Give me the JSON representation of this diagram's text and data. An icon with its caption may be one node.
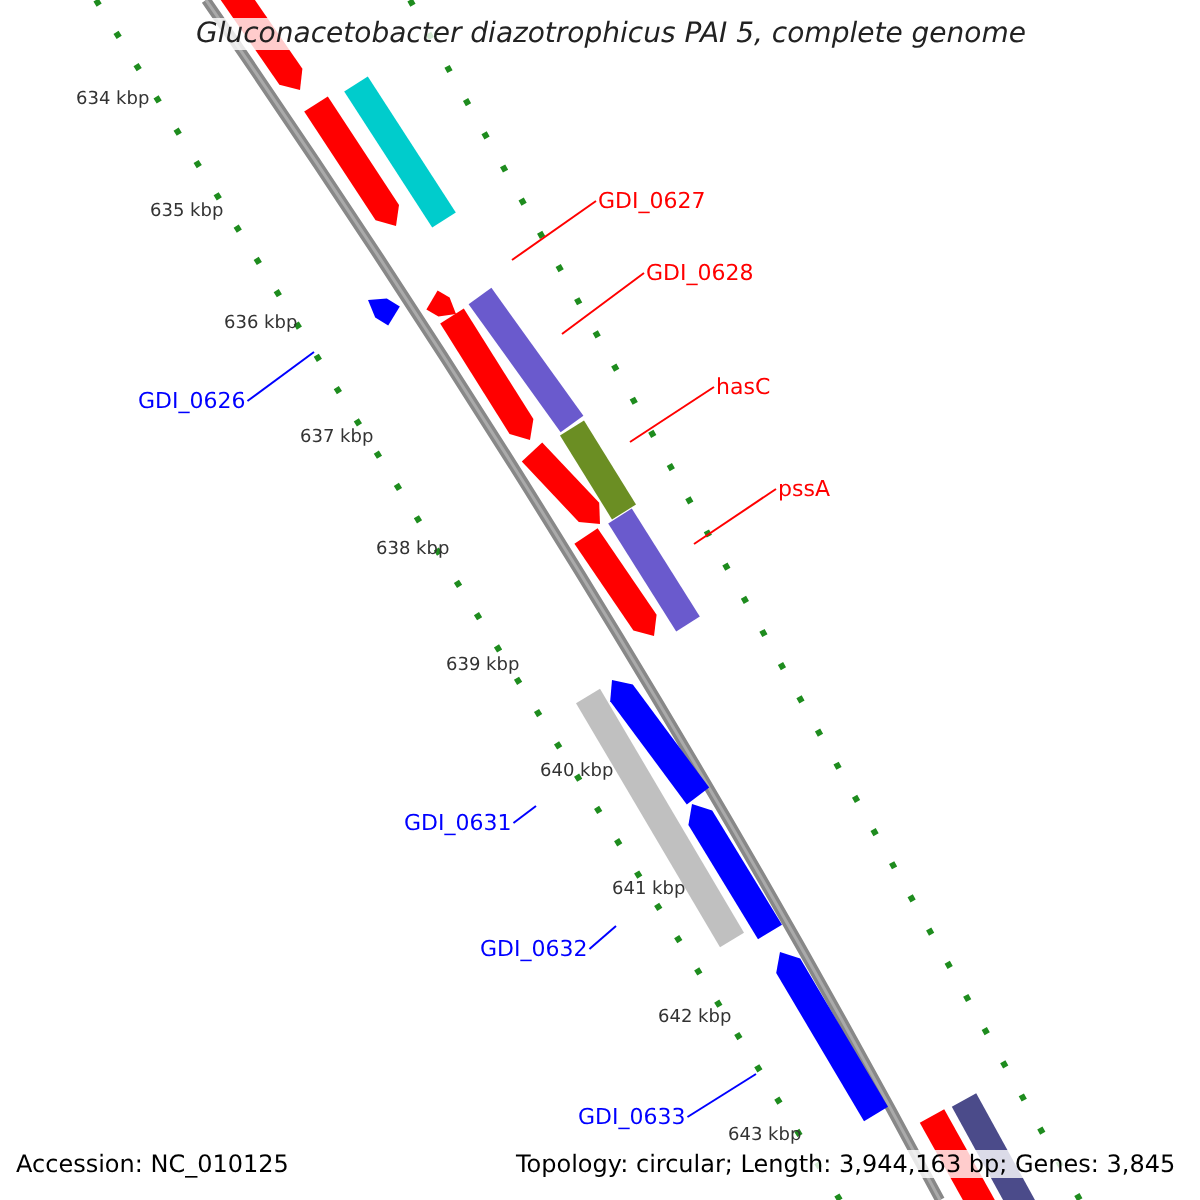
{
  "diagram": {
    "title": "Gluconacetobacter diazotrophicus PAI 5, complete genome",
    "nodes": [
      {
        "text": [
          "GDI_0627"
        ]
      },
      {
        "text": [
          "GDI_0628"
        ]
      },
      {
        "text": [
          "hasC"
        ]
      },
      {
        "text": [
          "GDI_0626"
        ]
      },
      {
        "text": [
          "pssA"
        ]
      },
      {
        "text": [
          "GDI_0631"
        ]
      },
      {
        "text": [
          "GDI_0632"
        ]
      },
      {
        "text": [
          "GDI_0633"
        ]
      }
    ],
    "edges": [
      {
        "from": 0,
        "to": null,
        "arrow": "none",
        "color": "#ff0000"
      },
      {
        "from": 1,
        "to": null,
        "arrow": "none",
        "color": "#ff0000"
      },
      {
        "from": 2,
        "to": null,
        "arrow": "none",
        "color": "#ff0000"
      },
      {
        "from": 3,
        "to": null,
        "arrow": "none",
        "color": "#0000ff"
      },
      {
        "from": 4,
        "to": null,
        "arrow": "none",
        "color": "#ff0000"
      },
      {
        "from": 5,
        "to": null,
        "arrow": "none",
        "color": "#0000ff"
      },
      {
        "from": 6,
        "to": null,
        "arrow": "none",
        "color": "#0000ff"
      },
      {
        "from": 7,
        "to": null,
        "arrow": "none",
        "color": "#0000ff"
      }
    ],
    "labels": [
      "634 kbp",
      "635 kbp",
      "636 kbp",
      "637 kbp",
      "638 kbp",
      "639 kbp",
      "640 kbp",
      "641 kbp",
      "642 kbp",
      "643 kbp",
      "Accession: NC_010125",
      "Topology: circular; Length: 3,944,163 bp; Genes: 3,845"
    ]
  }
}
